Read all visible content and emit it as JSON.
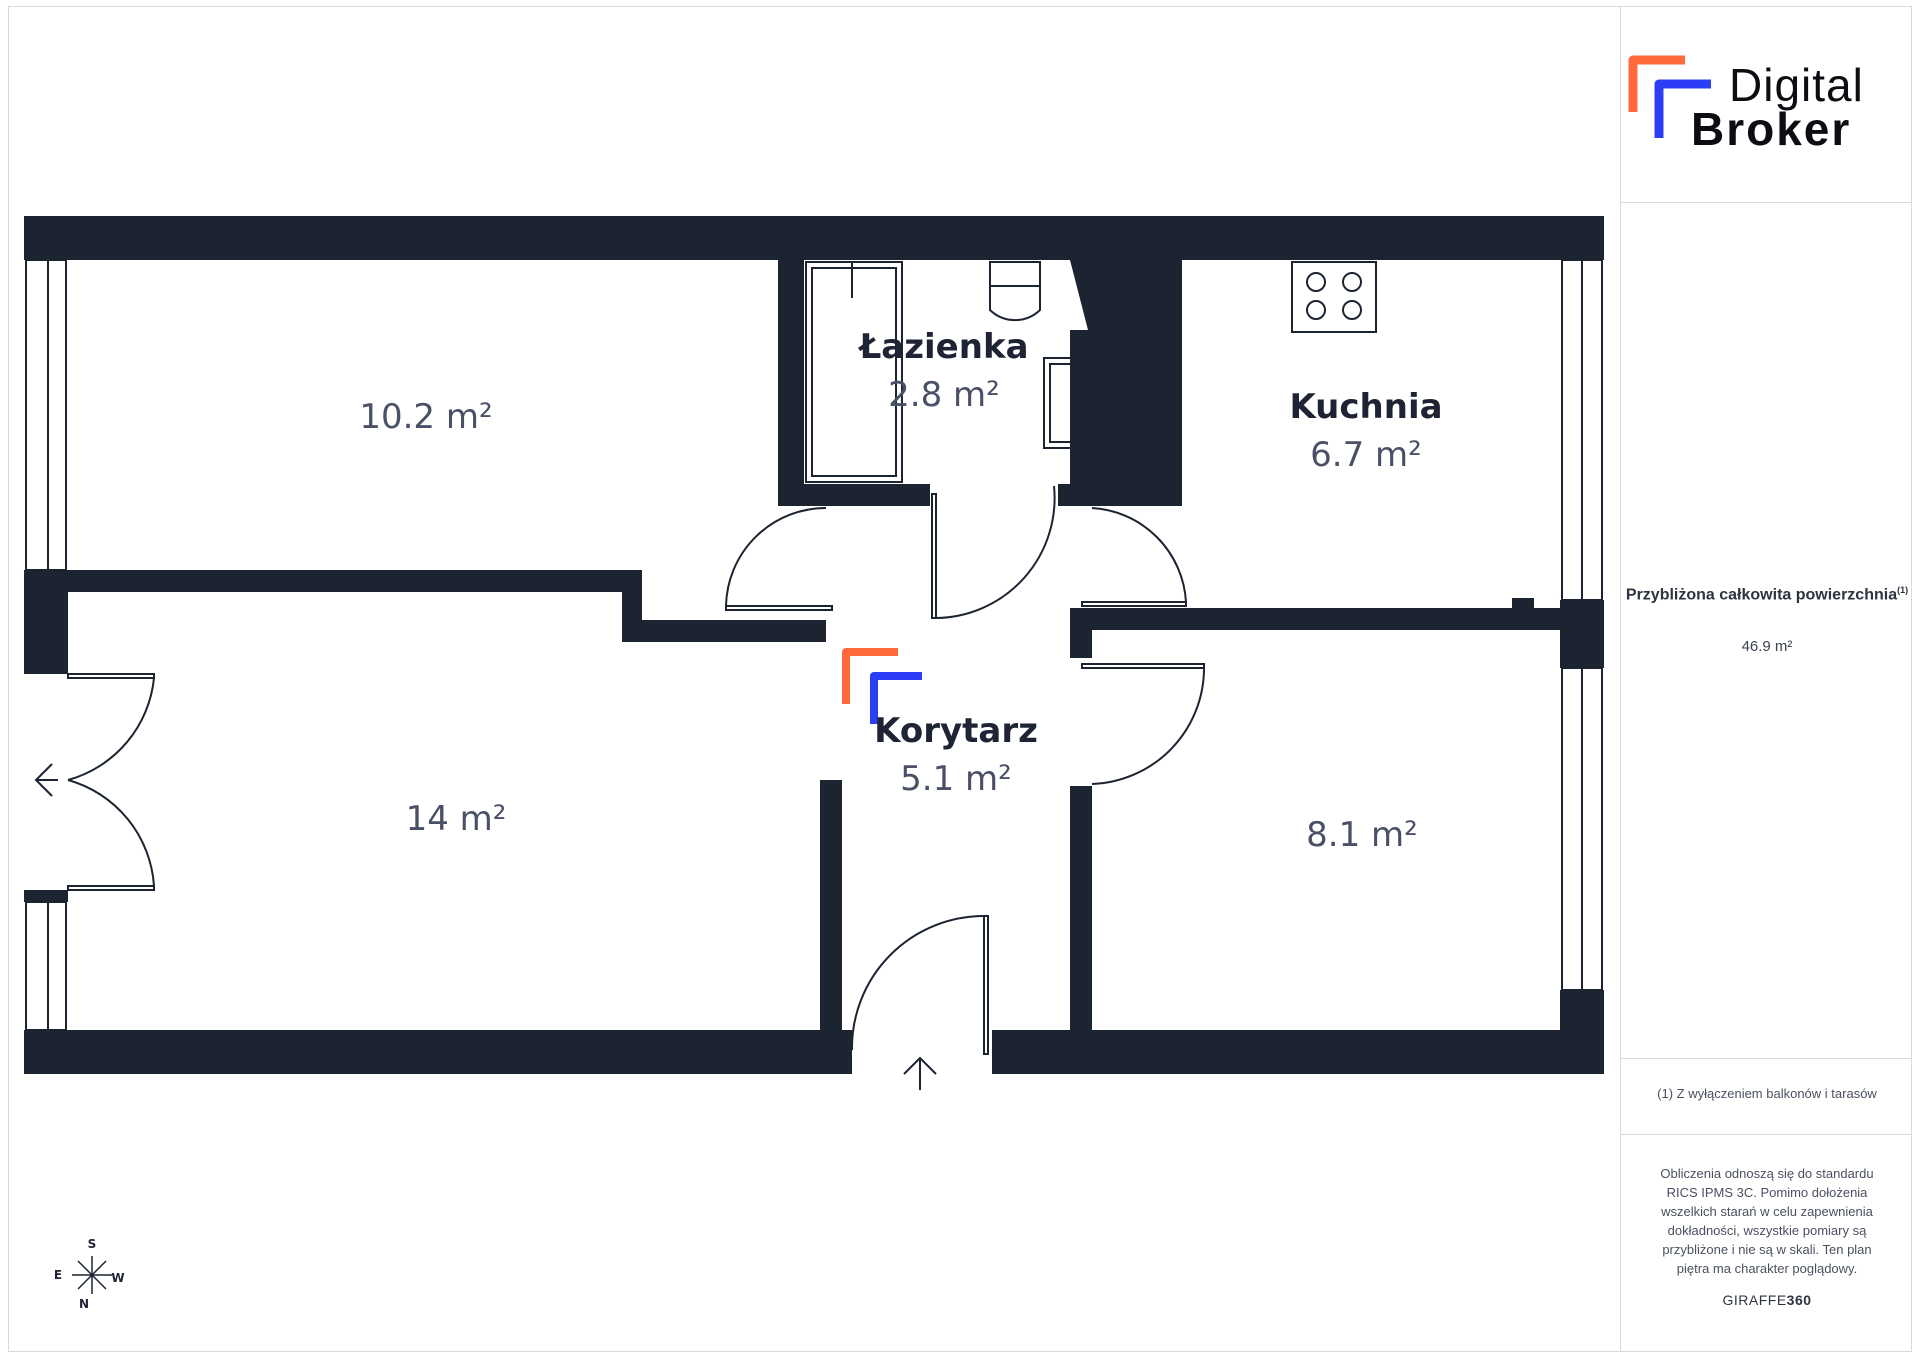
{
  "brand": {
    "name_line1": "Digital",
    "name_line2": "Broker",
    "accent_orange": "#ff6a3d",
    "accent_blue": "#2b3df5"
  },
  "colors": {
    "wall": "#1c2431",
    "line": "#1c2431",
    "background": "#ffffff"
  },
  "rooms": [
    {
      "label": "",
      "area": "10.2 m²"
    },
    {
      "label": "Łazienka",
      "area": "2.8 m²"
    },
    {
      "label": "Kuchnia",
      "area": "6.7 m²"
    },
    {
      "label": "",
      "area": "14 m²"
    },
    {
      "label": "Korytarz",
      "area": "5.1 m²"
    },
    {
      "label": "",
      "area": "8.1 m²"
    }
  ],
  "compass": {
    "s": "S",
    "e": "E",
    "w": "W",
    "n": "N"
  },
  "sidebar": {
    "title": "Przybliżona całkowita powierzchnia",
    "title_sup": "(1)",
    "total_area": "46.9 m²",
    "footnote": "(1) Z wyłączeniem balkonów i tarasów",
    "disclaimer": "Obliczenia odnoszą się do standardu RICS IPMS 3C. Pomimo dołożenia wszelkich starań w celu zapewnienia dokładności, wszystkie pomiary są przybliżone i nie są w skali. Ten plan piętra ma charakter poglądowy.",
    "credit_light": "GIRAFFE",
    "credit_bold": "360"
  }
}
